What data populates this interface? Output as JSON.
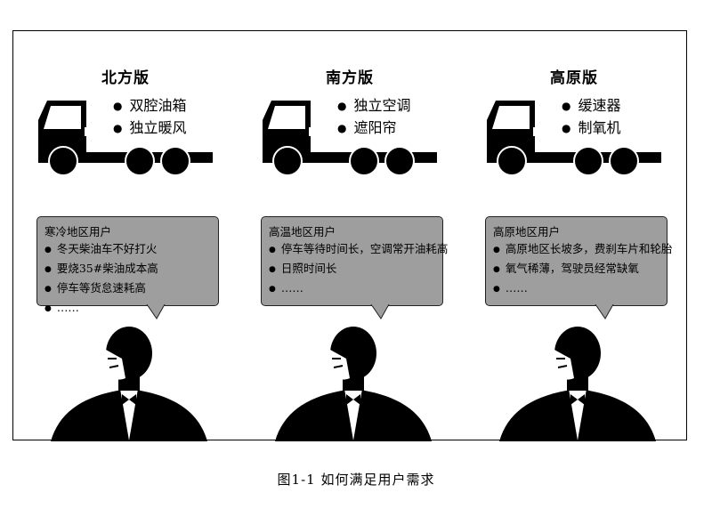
{
  "panels": [
    {
      "title": "北方版",
      "features": [
        "双腔油箱",
        "独立暖风"
      ],
      "bubble_title": "寒冷地区用户",
      "needs": [
        "冬天柴油车不好打火",
        "要烧35#柴油成本高",
        "停车等货怠速耗高",
        "……"
      ]
    },
    {
      "title": "南方版",
      "features": [
        "独立空调",
        "遮阳帘"
      ],
      "bubble_title": "高温地区用户",
      "needs": [
        "停车等待时间长，空调常开油耗高",
        "日照时间长",
        "……"
      ]
    },
    {
      "title": "高原版",
      "features": [
        "缓速器",
        "制氧机"
      ],
      "bubble_title": "高原地区用户",
      "needs": [
        "高原地区长坡多，费刹车片和轮胎",
        "氧气稀薄，驾驶员经常缺氧",
        "……"
      ]
    }
  ],
  "caption": "图1-1  如何满足用户需求",
  "colors": {
    "bubble": "#9e9e9e",
    "ink": "#000000"
  }
}
